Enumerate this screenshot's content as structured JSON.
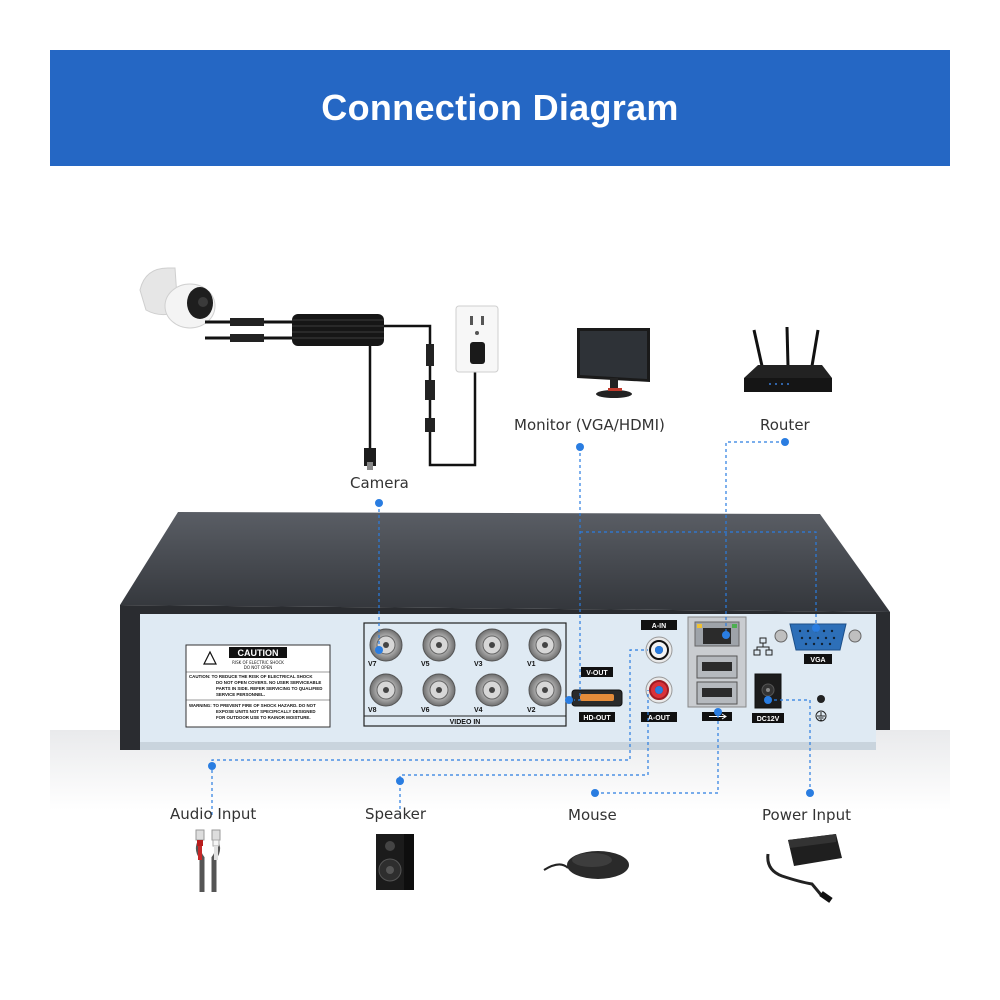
{
  "header": {
    "title": "Connection Diagram"
  },
  "labels": {
    "camera": "Camera",
    "monitor": "Monitor (VGA/HDMI)",
    "router": "Router",
    "audio_input": "Audio Input",
    "speaker": "Speaker",
    "mouse": "Mouse",
    "power_input": "Power Input"
  },
  "panel": {
    "caution_title": "CAUTION",
    "caution_sub1": "RISK OF ELECTRIC SHOCK",
    "caution_sub2": "DO NOT OPEN",
    "caution_line1": "CAUTION: TO REDUCE THE RISK OF ELECTRICAL SHOCK",
    "caution_line2": "DO NOT OPEN COVERS. NO USER SERVICEABLE",
    "caution_line3": "PARTS IN SIDE. REFER SERVICING TO QUALIFIED",
    "caution_line4": "SERVICE PERSONNEL.",
    "warning_line1": "WARNING: TO PREVENT FIRE OF SHOCK HAZARD. DO NOT",
    "warning_line2": "EXPOSE UNITS NOT SPECIFICALLY DESIGNED",
    "warning_line3": "FOR OUTDOOR USE TO RAINOR MOISTURE.",
    "video_in": "VIDEO IN",
    "v_labels_top": [
      "V7",
      "V5",
      "V3",
      "V1"
    ],
    "v_labels_bottom": [
      "V8",
      "V6",
      "V4",
      "V2"
    ],
    "a_in": "A-IN",
    "a_out": "A-OUT",
    "v_out": "V-OUT",
    "hd_out": "HD-OUT",
    "vga": "VGA",
    "dc12v": "DC12V"
  },
  "colors": {
    "banner": "#2567c4",
    "accent_dot": "#2a7de1",
    "panel": "#dfeaf3",
    "dvr_body": "#3c3f45"
  }
}
